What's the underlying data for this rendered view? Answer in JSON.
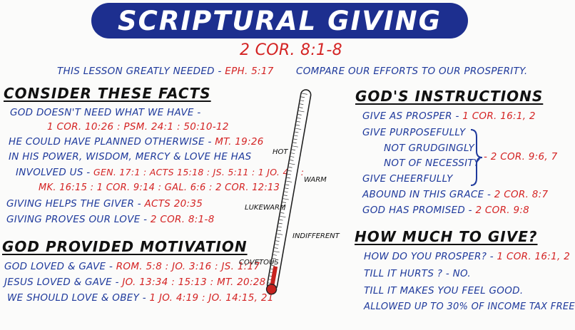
{
  "title": "SCRIPTURAL GIVING",
  "reference": "2 COR. 8:1-8",
  "intro_left": {
    "text": "THIS LESSON GREATLY NEEDED - ",
    "ref": "EPH. 5:17"
  },
  "intro_right": "COMPARE OUR EFFORTS TO OUR PROSPERITY.",
  "consider": {
    "heading": "CONSIDER THESE FACTS",
    "l1": "GOD DOESN'T NEED WHAT WE HAVE -",
    "l2": "1 COR. 10:26 : PSM. 24:1 : 50:10-12",
    "l3a": "HE COULD HAVE PLANNED OTHERWISE - ",
    "l3b": "MT. 19:26",
    "l4": "IN HIS POWER, WISDOM, MERCY & LOVE HE HAS",
    "l5a": "INVOLVED US - ",
    "l5b": "GEN. 17:1 : ACTS 15:18 : JS. 5:11 : 1 JO. 4:8 :",
    "l6": "MK. 16:15 : 1 COR. 9:14 : GAL. 6:6 : 2 COR. 12:13",
    "l7a": "GIVING HELPS THE GIVER - ",
    "l7b": "ACTS 20:35",
    "l8a": "GIVING PROVES OUR LOVE - ",
    "l8b": "2 COR. 8:1-8"
  },
  "motivation": {
    "heading": "GOD PROVIDED MOTIVATION",
    "l1a": "GOD LOVED & GAVE - ",
    "l1b": "ROM. 5:8 : JO. 3:16 : JS. 1:17",
    "l2a": "JESUS LOVED & GAVE - ",
    "l2b": "JO. 13:34 : 15:13 : MT. 20:28",
    "l3a": "WE SHOULD LOVE & OBEY - ",
    "l3b": "1 JO. 4:19 : JO. 14:15, 21"
  },
  "thermometer": {
    "hot": "HOT",
    "warm": "WARM",
    "lukewarm": "LUKEWARM",
    "indifferent": "INDIFFERENT",
    "covetous": "COVETOUS",
    "level": 0.12
  },
  "instructions": {
    "heading": "GOD'S INSTRUCTIONS",
    "l1a": "GIVE AS PROSPER - ",
    "l1b": "1 COR. 16:1, 2",
    "l2": "GIVE PURPOSEFULLY",
    "l3": "NOT GRUDGINGLY",
    "l4": "NOT OF NECESSITY",
    "l5": "GIVE CHEERFULLY",
    "bracket_ref": "- 2 COR. 9:6, 7",
    "l6a": "ABOUND IN THIS GRACE - ",
    "l6b": "2 COR. 8:7",
    "l7a": "GOD HAS PROMISED - ",
    "l7b": "2 COR. 9:8"
  },
  "how_much": {
    "heading": "HOW MUCH TO GIVE?",
    "l1a": "HOW DO YOU PROSPER? - ",
    "l1b": "1 COR. 16:1, 2",
    "l2": "TILL IT HURTS ?  - NO.",
    "l3": "TILL IT MAKES YOU FEEL GOOD.",
    "l4": "ALLOWED UP TO 30% OF INCOME TAX FREE"
  },
  "colors": {
    "banner": "#1d2f8f",
    "blue_text": "#1f3a9c",
    "red_text": "#d42323"
  }
}
